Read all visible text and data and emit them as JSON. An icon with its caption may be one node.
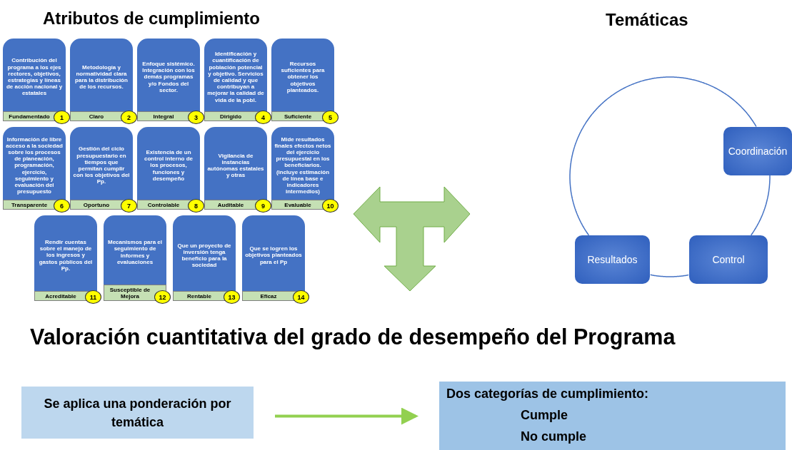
{
  "diagram": {
    "title": "Valoración cuantitativa del grado de desempeño del Programa",
    "nodes": [
      {
        "text": [
          "Contribución del programa a los ejes rectores, objetivos, estrategias y líneas de acción nacional y estatales",
          "Fundamentado"
        ],
        "beside": [
          "1"
        ]
      },
      {
        "text": [
          "Metodología y normatividad clara para la distribución de los recursos.",
          "Claro"
        ],
        "beside": [
          "2"
        ]
      },
      {
        "text": [
          "Enfoque sistémico. Integración con los demás programas y/o Fondos del sector.",
          "Integral"
        ],
        "beside": [
          "3"
        ]
      },
      {
        "text": [
          "Identificación y cuantificación de población potencial y objetivo. Servicios de calidad y que contribuyan a mejorar la calidad de vida de la pobl.",
          "Dirigido"
        ],
        "beside": [
          "4"
        ]
      },
      {
        "text": [
          "Recursos suficientes para obtener los objetivos planteados.",
          "Suficiente"
        ],
        "beside": [
          "5"
        ]
      },
      {
        "text": [
          "Información de libre acceso a la sociedad sobre los procesos de planeación, programación, ejercicio, seguimiento y evaluación del presupuesto",
          "Transparente"
        ],
        "beside": [
          "6"
        ]
      },
      {
        "text": [
          "Gestión del ciclo presupuestario en tiempos que permitan cumplir con los objetivos del Pp.",
          "Oportuno"
        ],
        "beside": [
          "7"
        ]
      },
      {
        "text": [
          "Existencia de un control interno de los procesos, funciones y desempeño",
          "Controlable"
        ],
        "beside": [
          "8"
        ]
      },
      {
        "text": [
          "Vigilancia de instancias autónomas estatales y otras",
          "Auditable"
        ],
        "beside": [
          "9"
        ]
      },
      {
        "text": [
          "Mide resultados finales efectos netos del ejercicio presupuestal en los beneficiarios. (incluye estimación de línea base e indicadores intermedios)",
          "Evaluable"
        ],
        "beside": [
          "10"
        ]
      },
      {
        "text": [
          "Rendir cuentas sobre el manejo de los ingresos y gastos públicos del Pp.",
          "Acreditable"
        ],
        "beside": [
          "11"
        ]
      },
      {
        "text": [
          "Mecanismos para el seguimiento de informes y evaluaciones",
          "Susceptible de Mejora"
        ],
        "beside": [
          "12"
        ]
      },
      {
        "text": [
          "Que un proyecto de inversión tenga beneficio para la sociedad",
          "Rentable"
        ],
        "beside": [
          "13"
        ]
      },
      {
        "text": [
          "Que se logren los objetivos planteados para el Pp",
          "Eficaz"
        ],
        "beside": [
          "14"
        ]
      },
      {
        "text": [
          "Coordinación"
        ]
      },
      {
        "text": [
          "Control"
        ]
      },
      {
        "text": [
          "Resultados"
        ]
      },
      {
        "text": [
          "Se aplica una ponderación por temática"
        ]
      },
      {
        "text": [
          "Dos categorías de cumplimiento:",
          "Cumple",
          "No cumple"
        ]
      }
    ],
    "edges": [
      {
        "from": 14,
        "to": 15,
        "arrow": "none"
      },
      {
        "from": 15,
        "to": 16,
        "arrow": "none"
      },
      {
        "from": 16,
        "to": 14,
        "arrow": "none"
      },
      {
        "from": 17,
        "to": 18,
        "arrow": "to",
        "style": "thick",
        "color": "#92d050"
      }
    ],
    "labels": [
      "Atributos de cumplimiento",
      "Temáticas"
    ]
  }
}
